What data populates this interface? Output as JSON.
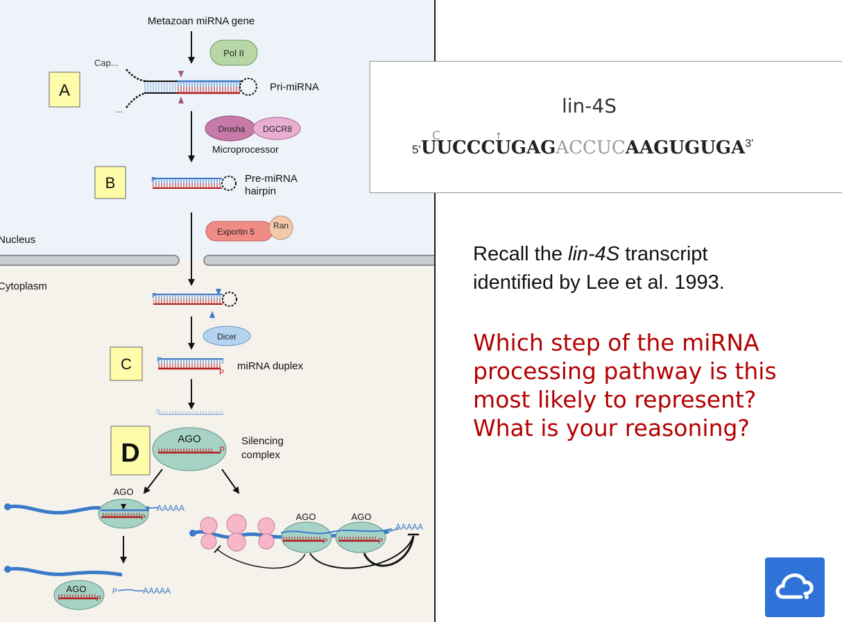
{
  "diagram": {
    "gene_label": "Metazoan miRNA gene",
    "pol2": "Pol II",
    "cap": "Cap...",
    "pri_mirna": "Pri-miRNA",
    "drosha": "Drosha",
    "dgcr8": "DGCR8",
    "microprocessor": "Microprocessor",
    "pre_mirna_1": "Pre-miRNA",
    "pre_mirna_2": "hairpin",
    "exportin": "Exportin 5",
    "ran": "Ran",
    "nucleus": "Nucleus",
    "cytoplasm": "Cytoplasm",
    "dicer": "Dicer",
    "duplex": "miRNA duplex",
    "ago": "AGO",
    "silencing_1": "Silencing",
    "silencing_2": "complex",
    "polya": "AAAAA",
    "p": "P",
    "step_a": "A",
    "step_b": "B",
    "step_c": "C",
    "step_d": "D",
    "colors": {
      "nucleus_bg": "#eef3f9",
      "cytoplasm_bg": "#f5f2ec",
      "step_box": "#fffcaa",
      "rna_blue": "#3a79c8",
      "rna_red": "#b31b1b",
      "ago": "#a7d3c7"
    }
  },
  "sequence_panel": {
    "name": "lin-4S",
    "five_prime": "5'",
    "three_prime": "3'",
    "variant_base": "C",
    "cut_mark": "↑",
    "seq_part1": "UUCCCUGAG",
    "seq_part2": "ACCUC",
    "seq_part3": "AAGUGUGA"
  },
  "text": {
    "recall_1": "Recall the ",
    "recall_italic": "lin-4S",
    "recall_2": " transcript",
    "recall_3": "identified by Lee et al. 1993.",
    "question_1": "Which step of the miRNA",
    "question_2": "processing pathway is this",
    "question_3": "most likely to represent?",
    "question_4": "What is your reasoning?"
  },
  "app_icon": "cloud-icon"
}
